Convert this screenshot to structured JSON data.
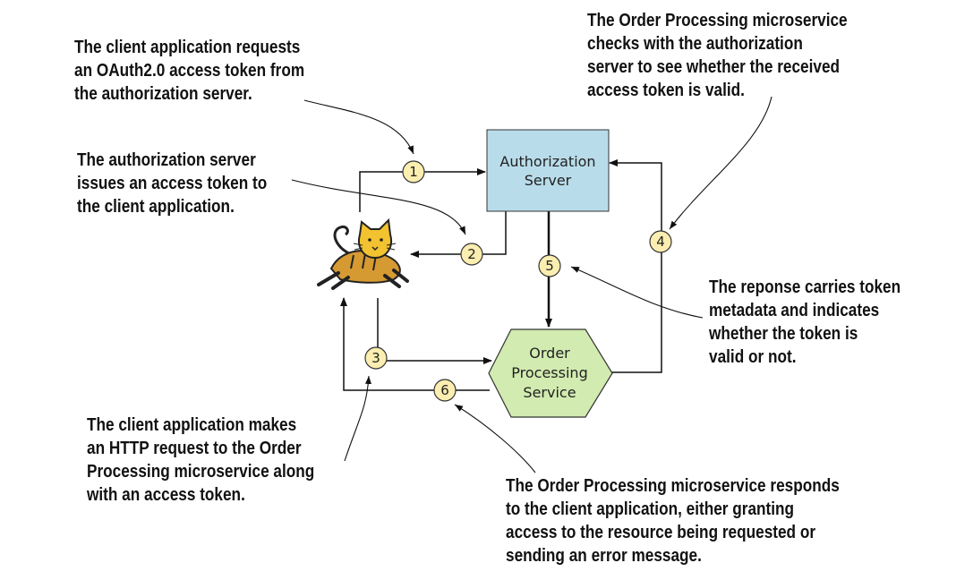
{
  "nodes": {
    "authorization_server": {
      "line1": "Authorization",
      "line2": "Server"
    },
    "order_service": {
      "line1": "Order",
      "line2": "Processing",
      "line3": "Service"
    }
  },
  "steps": [
    "1",
    "2",
    "3",
    "4",
    "5",
    "6"
  ],
  "notes": {
    "step1": [
      "The client application requests",
      "an OAuth2.0 access token from",
      "the authorization server."
    ],
    "step2": [
      "The authorization server",
      "issues an access token to",
      "the client application."
    ],
    "step3": [
      "The client application makes",
      "an HTTP request to the Order",
      "Processing microservice along",
      "with an access token."
    ],
    "step4": [
      "The Order Processing microservice",
      "checks with the authorization",
      "server to see whether the received",
      "access token is valid."
    ],
    "step5": [
      "The reponse carries token",
      "metadata and indicates",
      "whether the token is",
      "valid or not."
    ],
    "step6": [
      "The Order Processing microservice responds",
      "to the client application, either granting",
      "access to the resource being requested or",
      "sending an error message."
    ]
  },
  "colors": {
    "auth_fill": "#b9dcea",
    "service_fill": "#d2ebb0",
    "step_fill": "#fbeeb0",
    "line": "#111111"
  },
  "icons": {
    "client": "tomcat-cat-icon"
  }
}
